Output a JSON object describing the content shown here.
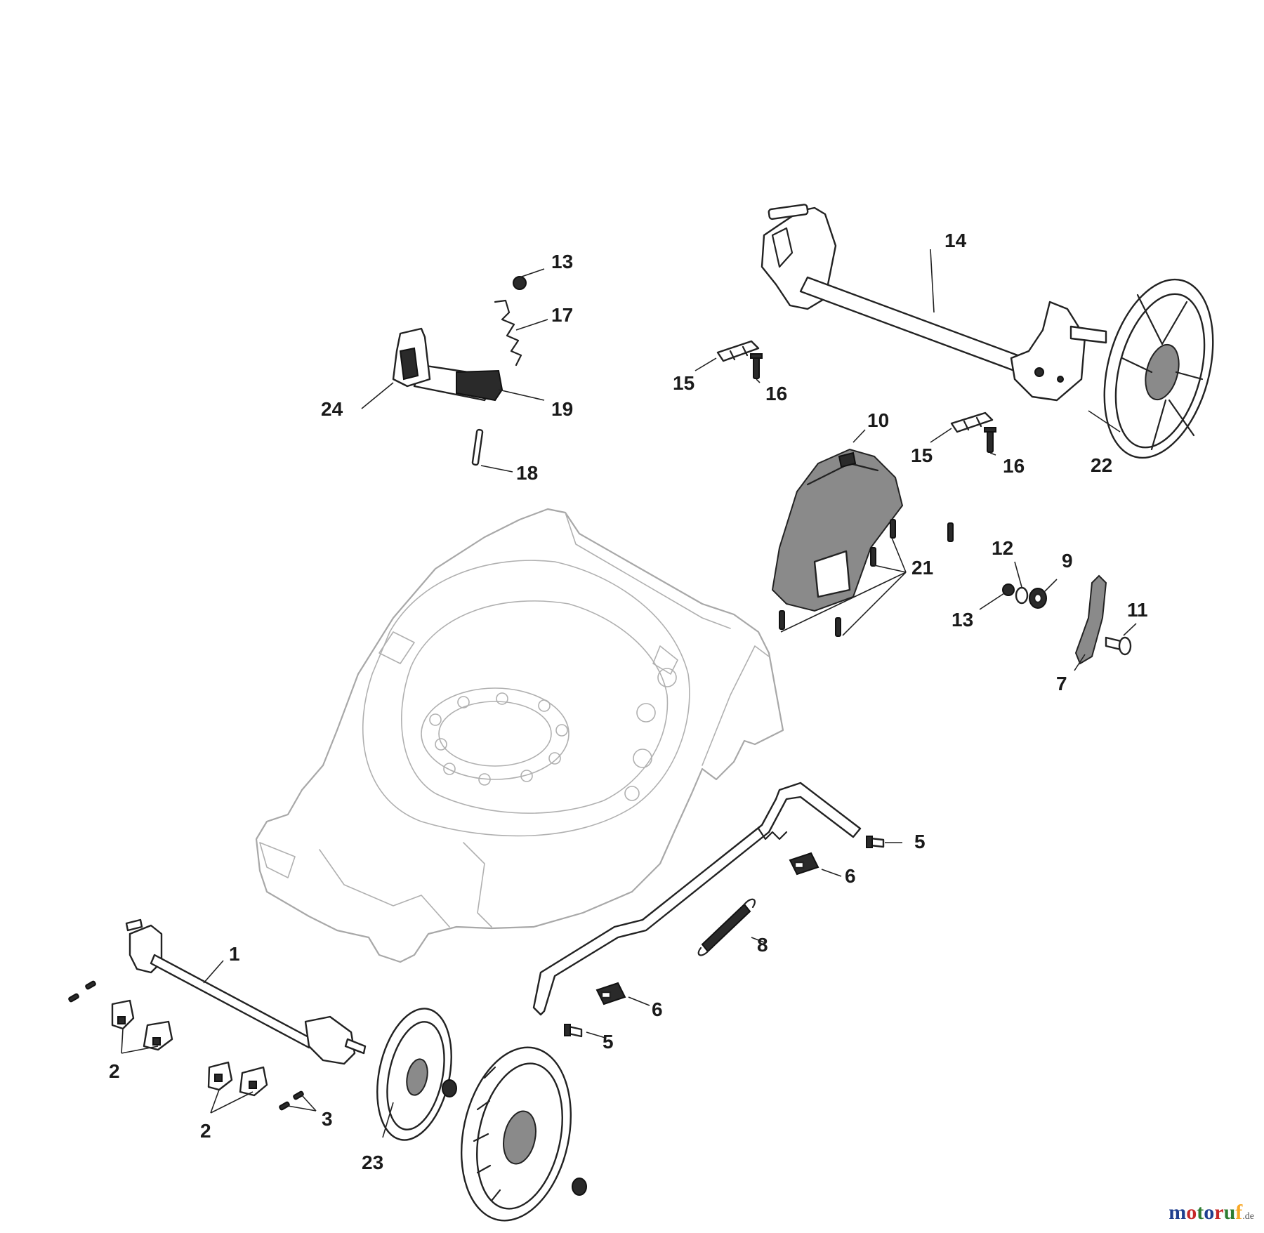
{
  "diagram": {
    "callouts": [
      {
        "id": "c1",
        "text": "1"
      },
      {
        "id": "c2a",
        "text": "2"
      },
      {
        "id": "c2b",
        "text": "2"
      },
      {
        "id": "c3",
        "text": "3"
      },
      {
        "id": "c5a",
        "text": "5"
      },
      {
        "id": "c5b",
        "text": "5"
      },
      {
        "id": "c6a",
        "text": "6"
      },
      {
        "id": "c6b",
        "text": "6"
      },
      {
        "id": "c7",
        "text": "7"
      },
      {
        "id": "c8",
        "text": "8"
      },
      {
        "id": "c9",
        "text": "9"
      },
      {
        "id": "c10",
        "text": "10"
      },
      {
        "id": "c11",
        "text": "11"
      },
      {
        "id": "c12",
        "text": "12"
      },
      {
        "id": "c13a",
        "text": "13"
      },
      {
        "id": "c13b",
        "text": "13"
      },
      {
        "id": "c14",
        "text": "14"
      },
      {
        "id": "c15a",
        "text": "15"
      },
      {
        "id": "c15b",
        "text": "15"
      },
      {
        "id": "c16a",
        "text": "16"
      },
      {
        "id": "c16b",
        "text": "16"
      },
      {
        "id": "c17",
        "text": "17"
      },
      {
        "id": "c18",
        "text": "18"
      },
      {
        "id": "c19",
        "text": "19"
      },
      {
        "id": "c21",
        "text": "21"
      },
      {
        "id": "c22",
        "text": "22"
      },
      {
        "id": "c23",
        "text": "23"
      },
      {
        "id": "c24",
        "text": "24"
      }
    ]
  },
  "watermark": {
    "letters": [
      {
        "ch": "m",
        "color": "#1f3f8f"
      },
      {
        "ch": "o",
        "color": "#c62828"
      },
      {
        "ch": "t",
        "color": "#2e7d32"
      },
      {
        "ch": "o",
        "color": "#1f3f8f"
      },
      {
        "ch": "r",
        "color": "#c62828"
      },
      {
        "ch": "u",
        "color": "#2e7d32"
      },
      {
        "ch": "f",
        "color": "#f9a825"
      }
    ],
    "tld": ".de"
  }
}
